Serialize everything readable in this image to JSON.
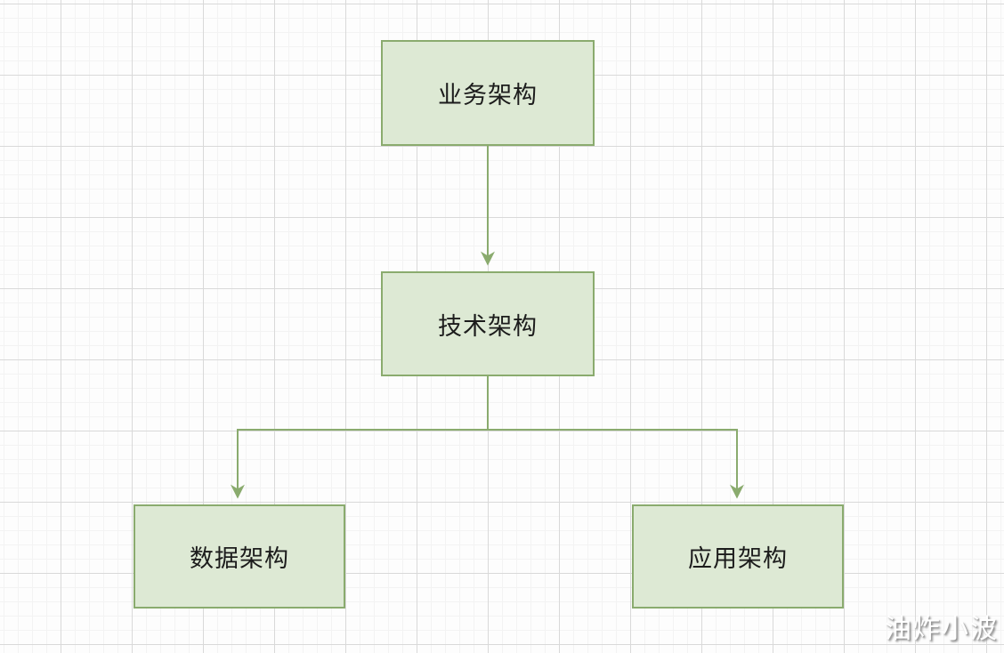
{
  "diagram": {
    "type": "flowchart",
    "nodes": [
      {
        "id": "business",
        "label": "业务架构"
      },
      {
        "id": "technical",
        "label": "技术架构"
      },
      {
        "id": "data",
        "label": "数据架构"
      },
      {
        "id": "application",
        "label": "应用架构"
      }
    ],
    "edges": [
      {
        "from": "business",
        "to": "technical",
        "style": "arrow-down"
      },
      {
        "from": "technical",
        "to": "data",
        "style": "elbow-arrow"
      },
      {
        "from": "technical",
        "to": "application",
        "style": "elbow-arrow"
      }
    ],
    "colors": {
      "node_fill": "#dde9d4",
      "node_border": "#8aab6e",
      "connector": "#8aab6e",
      "text": "#1c1c1c",
      "grid_minor": "#f3f3f3",
      "grid_major": "#d9d9d9",
      "background": "#fdfdfd"
    }
  },
  "watermark": {
    "text": "油炸小波"
  }
}
